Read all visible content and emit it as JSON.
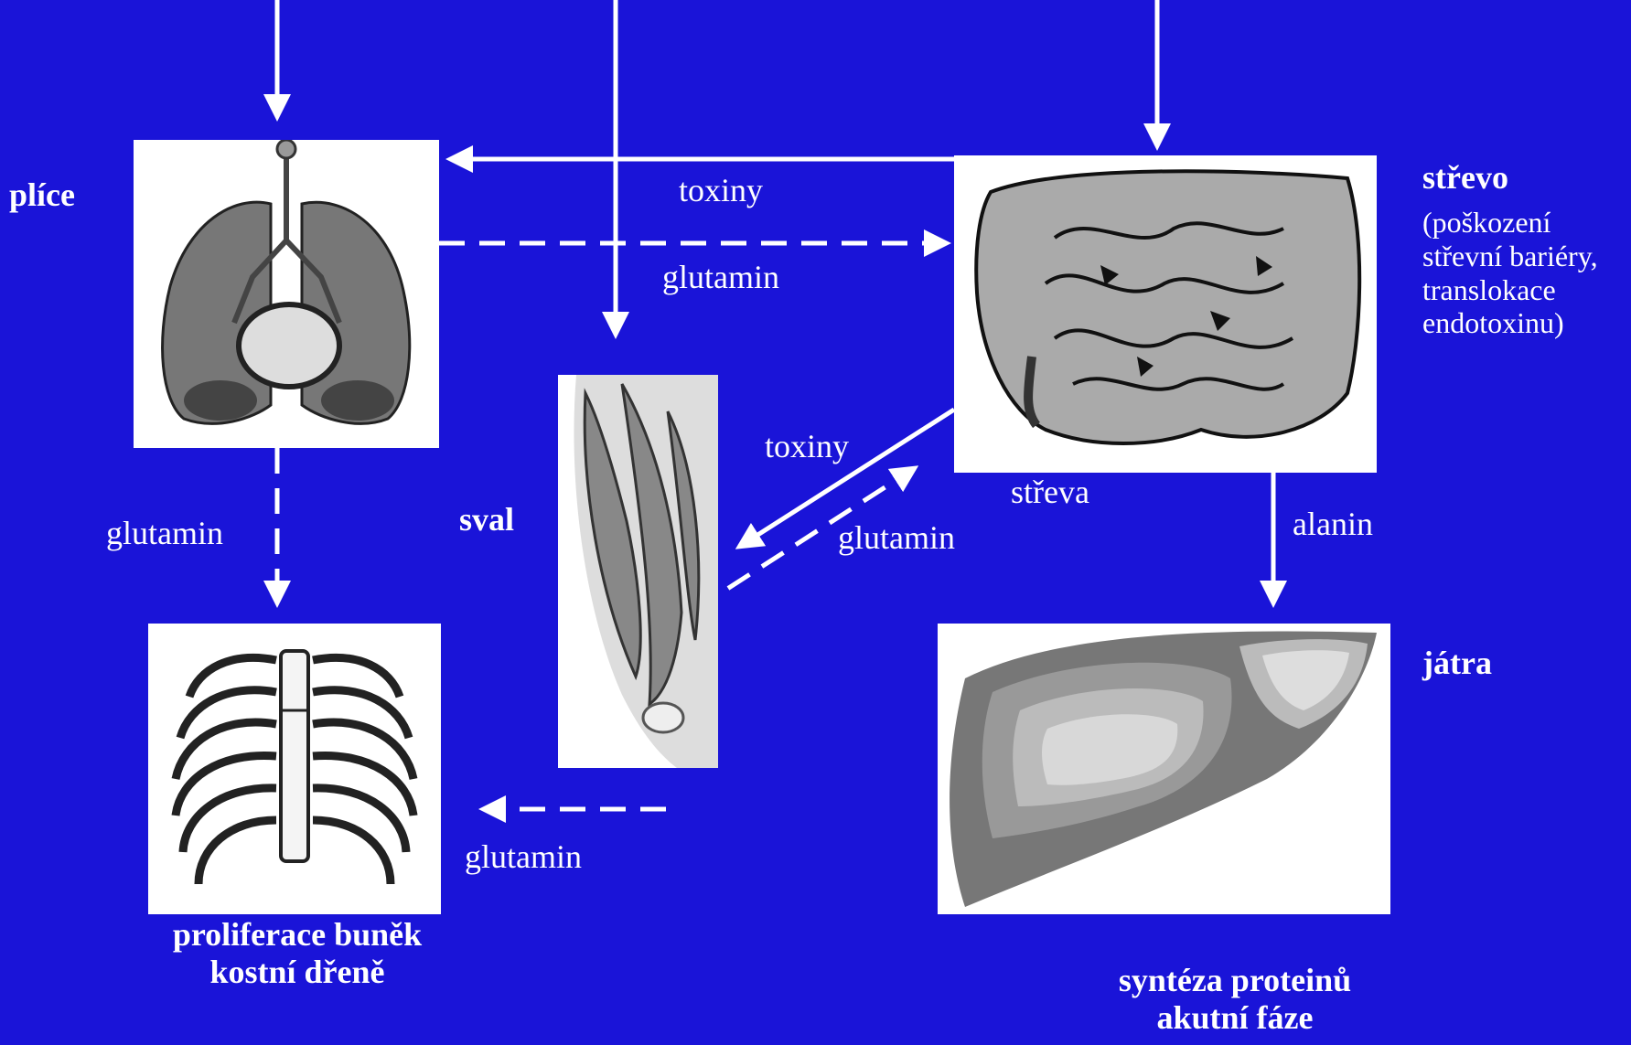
{
  "colors": {
    "background": "#1a14d8",
    "arrow": "#ffffff",
    "text": "#ffffff"
  },
  "organs": {
    "lungs": {
      "label": "plíce",
      "icon": "lungs-icon"
    },
    "muscle": {
      "label": "sval",
      "icon": "thigh-muscle-icon"
    },
    "intestine": {
      "label": "střevo",
      "note": [
        "(poškození",
        "střevní bariéry,",
        "translokace",
        "endotoxinu)"
      ],
      "caption": "střeva",
      "icon": "intestines-icon"
    },
    "marrow": {
      "caption": [
        "proliferace buněk",
        "kostní dřeně"
      ],
      "icon": "rib-cage-icon"
    },
    "liver": {
      "label": "játra",
      "caption": [
        "syntéza proteinů",
        "akutní fáze"
      ],
      "icon": "liver-icon"
    }
  },
  "arrows": {
    "intestine_to_lungs": "toxiny",
    "lungs_to_intestine": "glutamin",
    "intestine_to_muscle": "toxiny",
    "muscle_to_intestine": "glutamin",
    "lungs_to_marrow": "glutamin",
    "muscle_to_marrow": "glutamin",
    "intestine_to_liver": "alanin"
  }
}
